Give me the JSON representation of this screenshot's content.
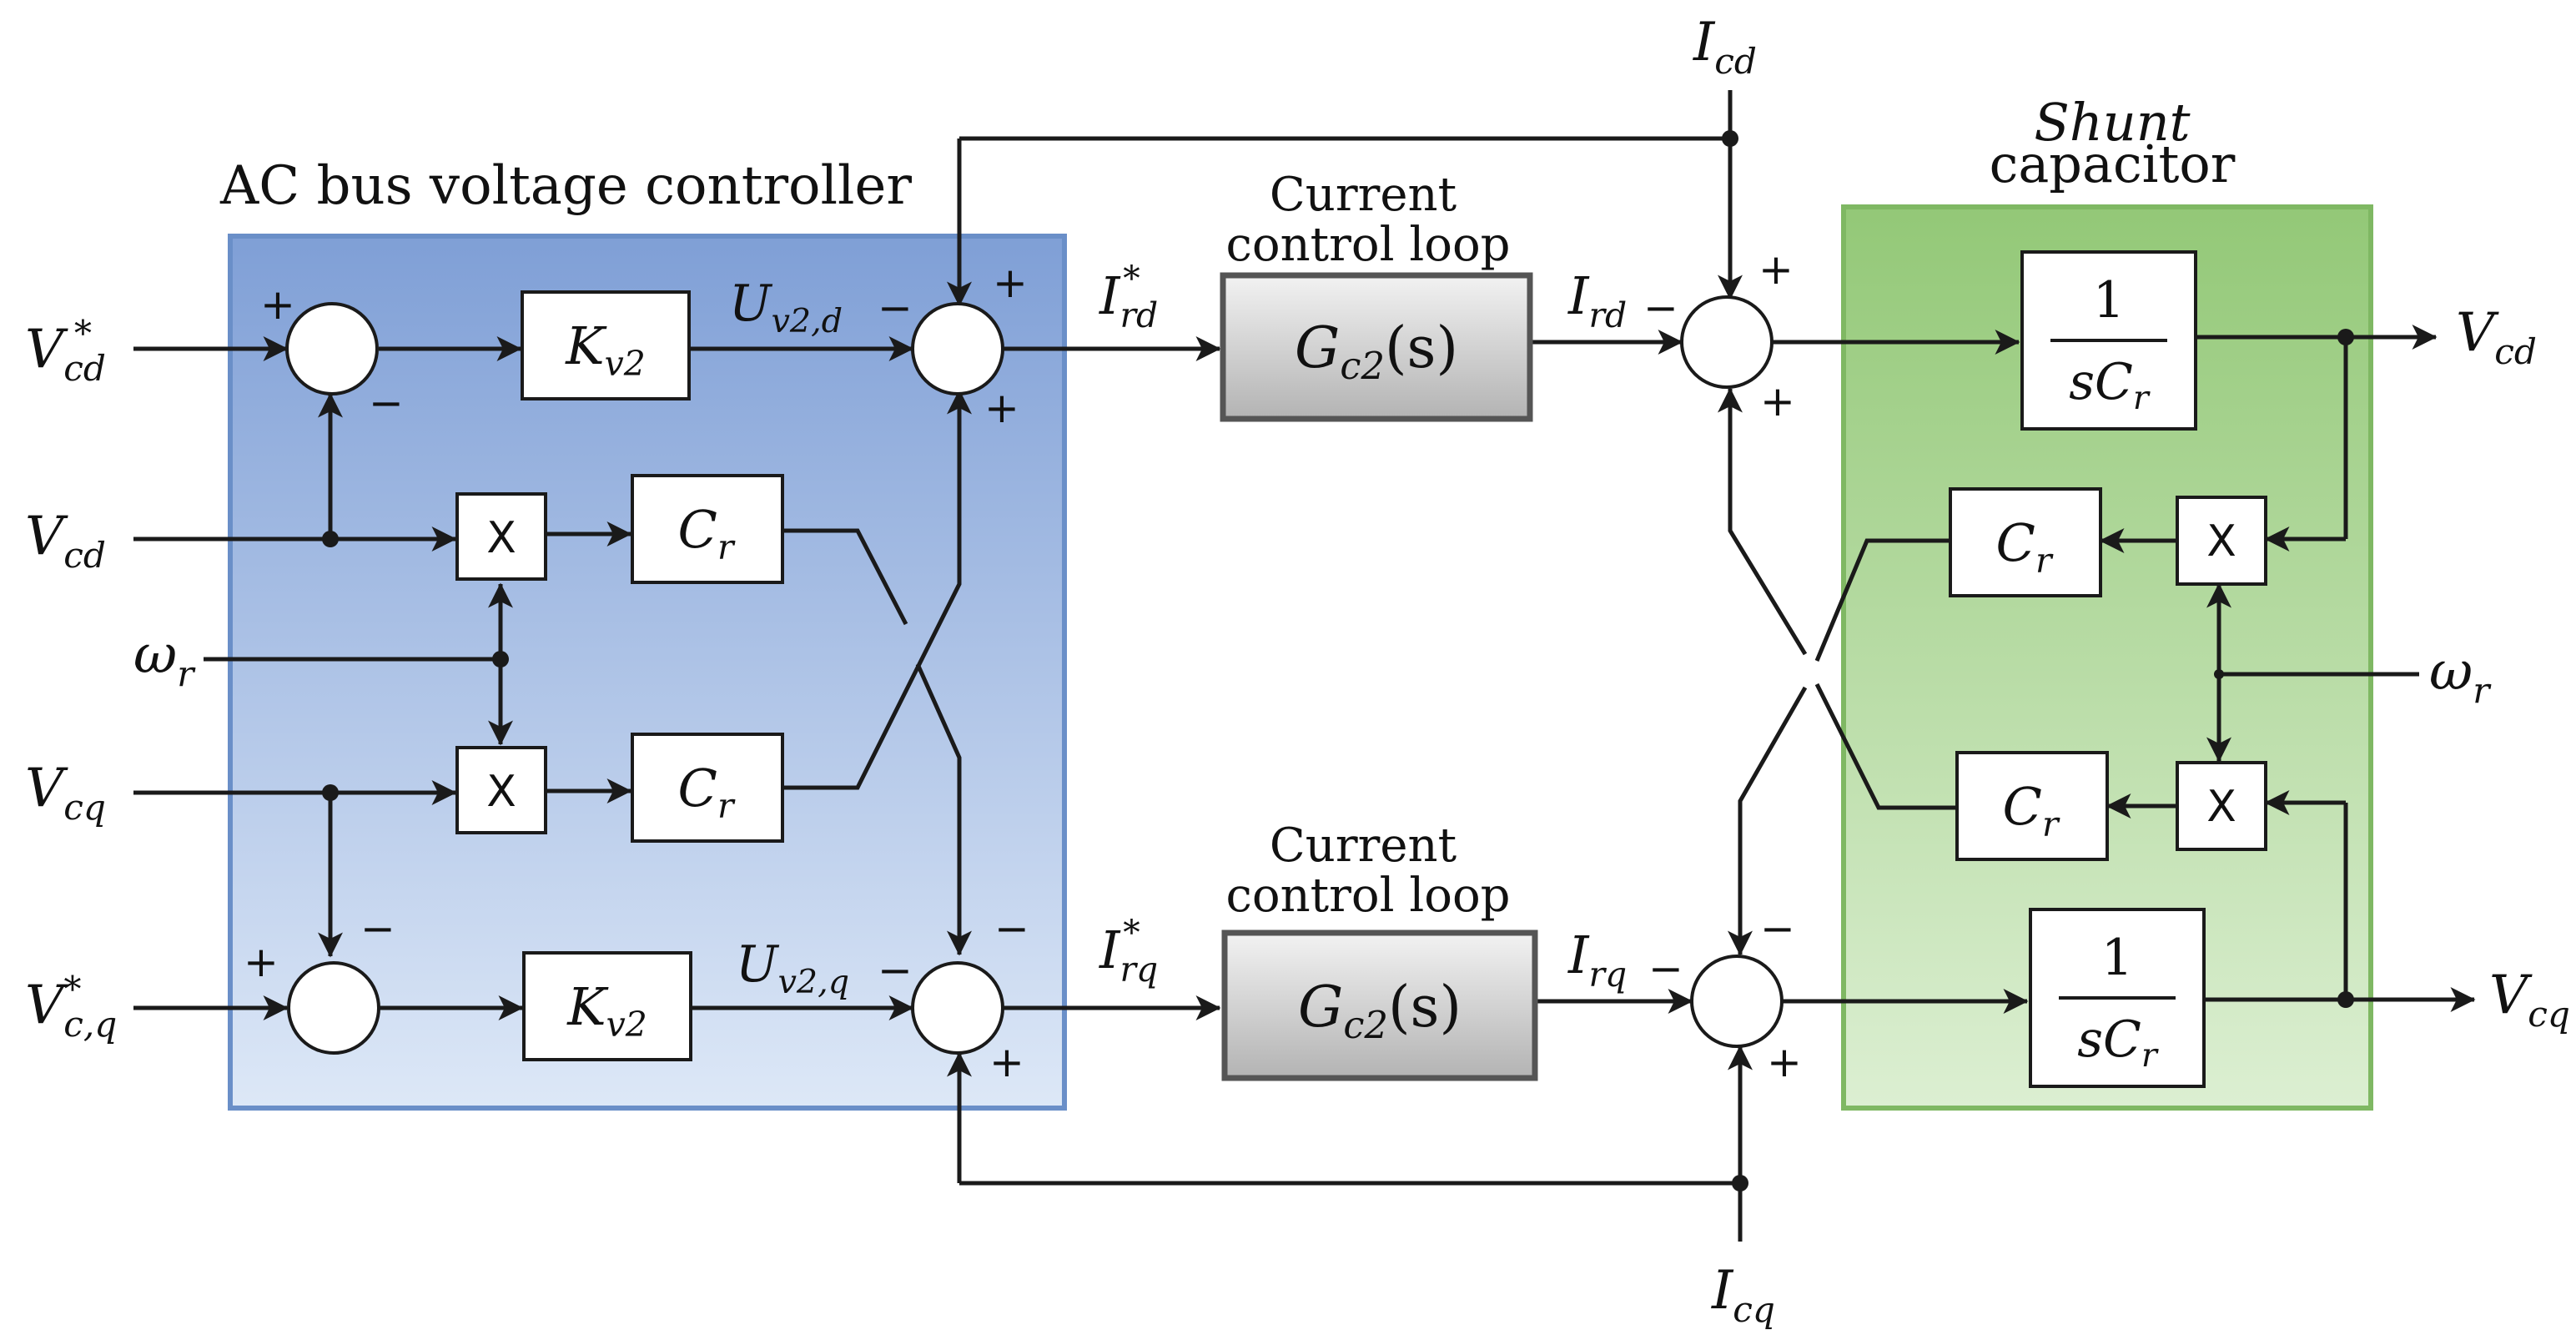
{
  "titles": {
    "ac_controller": "AC bus voltage controller",
    "shunt_line1": "Shunt",
    "shunt_line2": "capacitor",
    "ccl_top_line1": "Current",
    "ccl_top_line2": "control loop",
    "ccl_bot_line1": "Current",
    "ccl_bot_line2": "control loop"
  },
  "inputs": {
    "vcd_ref": {
      "base": "V",
      "sub": "cd",
      "sup": "*"
    },
    "vcd": {
      "base": "V",
      "sub": "cd"
    },
    "omega_left": {
      "base": "ω",
      "sub": "r"
    },
    "vcq": {
      "base": "V",
      "sub": "cq"
    },
    "vcq_ref": {
      "base": "V",
      "sub": "c,q",
      "sup": "*"
    },
    "icd": {
      "base": "I",
      "sub": "cd"
    },
    "icq": {
      "base": "I",
      "sub": "cq"
    },
    "omega_right": {
      "base": "ω",
      "sub": "r"
    }
  },
  "outputs": {
    "vcd": {
      "base": "V",
      "sub": "cd"
    },
    "vcq": {
      "base": "V",
      "sub": "cq"
    }
  },
  "signals": {
    "uv2d": {
      "base": "U",
      "sub": "v2,d"
    },
    "uv2q": {
      "base": "U",
      "sub": "v2,q"
    },
    "ird_ref": {
      "base": "I",
      "sub": "rd",
      "sup": "*"
    },
    "irq_ref": {
      "base": "I",
      "sub": "rq",
      "sup": "*"
    },
    "ird": {
      "base": "I",
      "sub": "rd"
    },
    "irq": {
      "base": "I",
      "sub": "rq"
    }
  },
  "blocks": {
    "kv2": {
      "base": "K",
      "sub": "v2"
    },
    "cr": {
      "base": "C",
      "sub": "r"
    },
    "gc2": {
      "base": "G",
      "sub": "c2",
      "tail": "(s)"
    },
    "integrator_num": "1",
    "integrator_den": {
      "base": "sC",
      "sub": "r"
    },
    "multiplier": "X"
  },
  "signs": {
    "plus": "+",
    "minus": "−"
  },
  "colors": {
    "ac_panel_top": "#7f9fd6",
    "ac_panel_bottom": "#dde8f7",
    "ac_panel_border": "#6a8fc8",
    "shunt_panel_top": "#93c877",
    "shunt_panel_bottom": "#dcefd2",
    "shunt_panel_border": "#7fb863",
    "gc_block_top": "#f2f2f2",
    "gc_block_bottom": "#b3b3b3"
  }
}
